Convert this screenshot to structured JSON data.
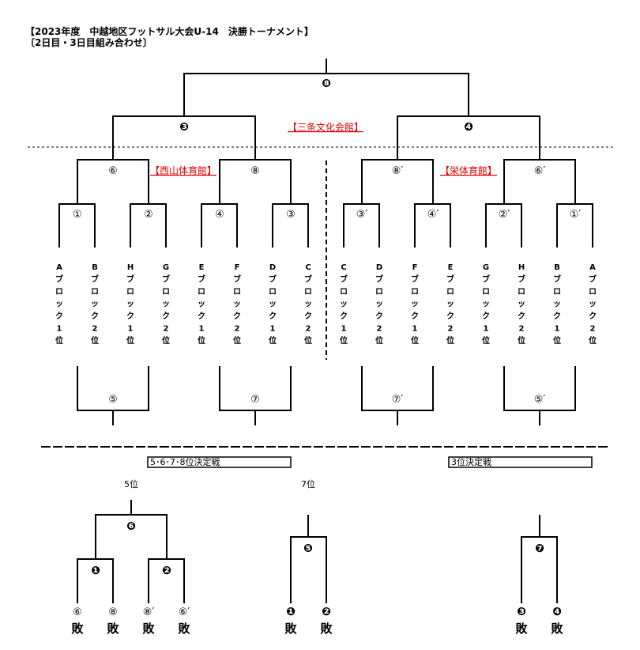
{
  "title": {
    "main": "【2023年度　中越地区フットサル大会U-14　決勝トーナメント】",
    "sub": "〔2日目・3日目組み合わせ〕"
  },
  "upper": {
    "final_marker": "❽",
    "semi_left": "❸",
    "semi_right": "❹",
    "venue_center": "【三条文化会館】",
    "venue_left": "【西山体育館】",
    "venue_right": "【栄体育館】",
    "qf": [
      "⑥",
      "⑧",
      "⑧′",
      "⑥′"
    ],
    "r16": [
      "①",
      "②",
      "④",
      "③",
      "③′",
      "④′",
      "②′",
      "①′"
    ],
    "teams": [
      [
        "A",
        "ブ",
        "ロ",
        "ッ",
        "ク",
        "1",
        "位"
      ],
      [
        "B",
        "ブ",
        "ロ",
        "ッ",
        "ク",
        "2",
        "位"
      ],
      [
        "H",
        "ブ",
        "ロ",
        "ッ",
        "ク",
        "1",
        "位"
      ],
      [
        "G",
        "ブ",
        "ロ",
        "ッ",
        "ク",
        "2",
        "位"
      ],
      [
        "E",
        "ブ",
        "ロ",
        "ッ",
        "ク",
        "1",
        "位"
      ],
      [
        "F",
        "ブ",
        "ロ",
        "ッ",
        "ク",
        "2",
        "位"
      ],
      [
        "D",
        "ブ",
        "ロ",
        "ッ",
        "ク",
        "1",
        "位"
      ],
      [
        "C",
        "ブ",
        "ロ",
        "ッ",
        "ク",
        "2",
        "位"
      ],
      [
        "C",
        "ブ",
        "ロ",
        "ッ",
        "ク",
        "1",
        "位"
      ],
      [
        "D",
        "ブ",
        "ロ",
        "ッ",
        "ク",
        "2",
        "位"
      ],
      [
        "F",
        "ブ",
        "ロ",
        "ッ",
        "ク",
        "1",
        "位"
      ],
      [
        "E",
        "ブ",
        "ロ",
        "ッ",
        "ク",
        "2",
        "位"
      ],
      [
        "G",
        "ブ",
        "ロ",
        "ッ",
        "ク",
        "1",
        "位"
      ],
      [
        "H",
        "ブ",
        "ロ",
        "ッ",
        "ク",
        "2",
        "位"
      ],
      [
        "B",
        "ブ",
        "ロ",
        "ッ",
        "ク",
        "1",
        "位"
      ],
      [
        "A",
        "ブ",
        "ロ",
        "ッ",
        "ク",
        "2",
        "位"
      ]
    ],
    "lower_matches": [
      "⑤",
      "⑦",
      "⑦′",
      "⑤′"
    ]
  },
  "lower": {
    "box_left": "5･6･7･8位決定戦",
    "box_right": "3位決定戦",
    "label_5th": "5位",
    "label_7th": "7位",
    "m6": "❻",
    "m1": "❶",
    "m2": "❷",
    "m5": "❺",
    "m7": "❼",
    "refs_left": [
      "⑥",
      "⑧",
      "⑧′",
      "⑥′"
    ],
    "refs_mid": [
      "❶",
      "❷"
    ],
    "refs_right": [
      "❸",
      "❹"
    ],
    "lose": "敗"
  }
}
